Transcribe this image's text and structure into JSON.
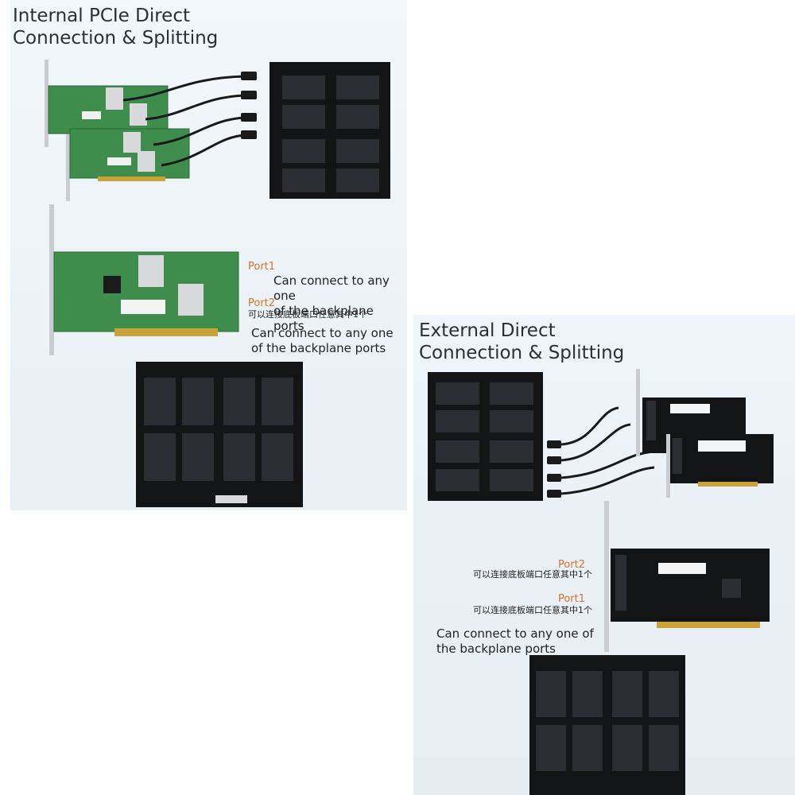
{
  "internal": {
    "title": "Internal PCIe Direct\nConnection & Splitting",
    "port1": {
      "label": "Port1",
      "note": "Can connect to any one\nof the backplane ports"
    },
    "port2": {
      "label": "Port2",
      "note_cn": "可以连接底板端口任意其中1个",
      "note": "Can connect to any one\nof the backplane ports"
    }
  },
  "external": {
    "title": "External Direct\nConnection & Splitting",
    "port2": {
      "label": "Port2",
      "note_cn": "可以连接底板端口任意其中1个"
    },
    "port1": {
      "label": "Port1",
      "note_cn": "可以连接底板端口任意其中1个"
    },
    "note": "Can connect to any one of\nthe backplane ports"
  },
  "colors": {
    "pcb_green": "#3f8d4c",
    "pcb_black": "#121416",
    "port_orange": "#d9722b",
    "bracket_silver": "#c9ccd0",
    "gold_finger": "#c9a23a"
  },
  "icons": [
    "pcie-card-icon",
    "backplane-board-icon",
    "cable-icon"
  ]
}
